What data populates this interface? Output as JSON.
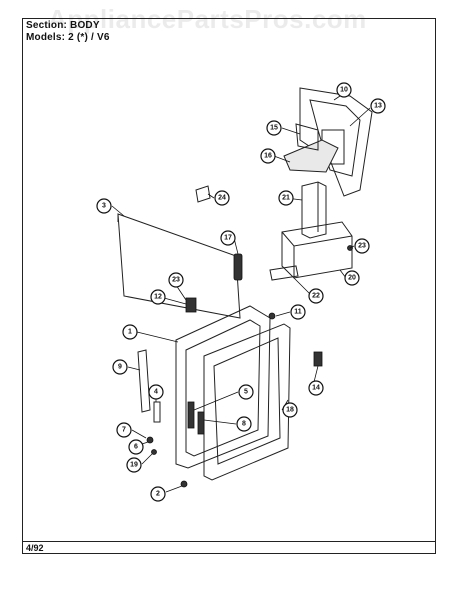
{
  "watermark": "AppliancePartsPros.com",
  "header": {
    "section": "Section: BODY",
    "models": "Models: 2 (*) / V6"
  },
  "footer": {
    "date": "4/92"
  },
  "callouts": [
    "1",
    "2",
    "3",
    "4",
    "5",
    "6",
    "7",
    "8",
    "9",
    "10",
    "11",
    "12",
    "13",
    "14",
    "15",
    "16",
    "17",
    "18",
    "19",
    "20",
    "21",
    "22",
    "23",
    "23",
    "24"
  ]
}
